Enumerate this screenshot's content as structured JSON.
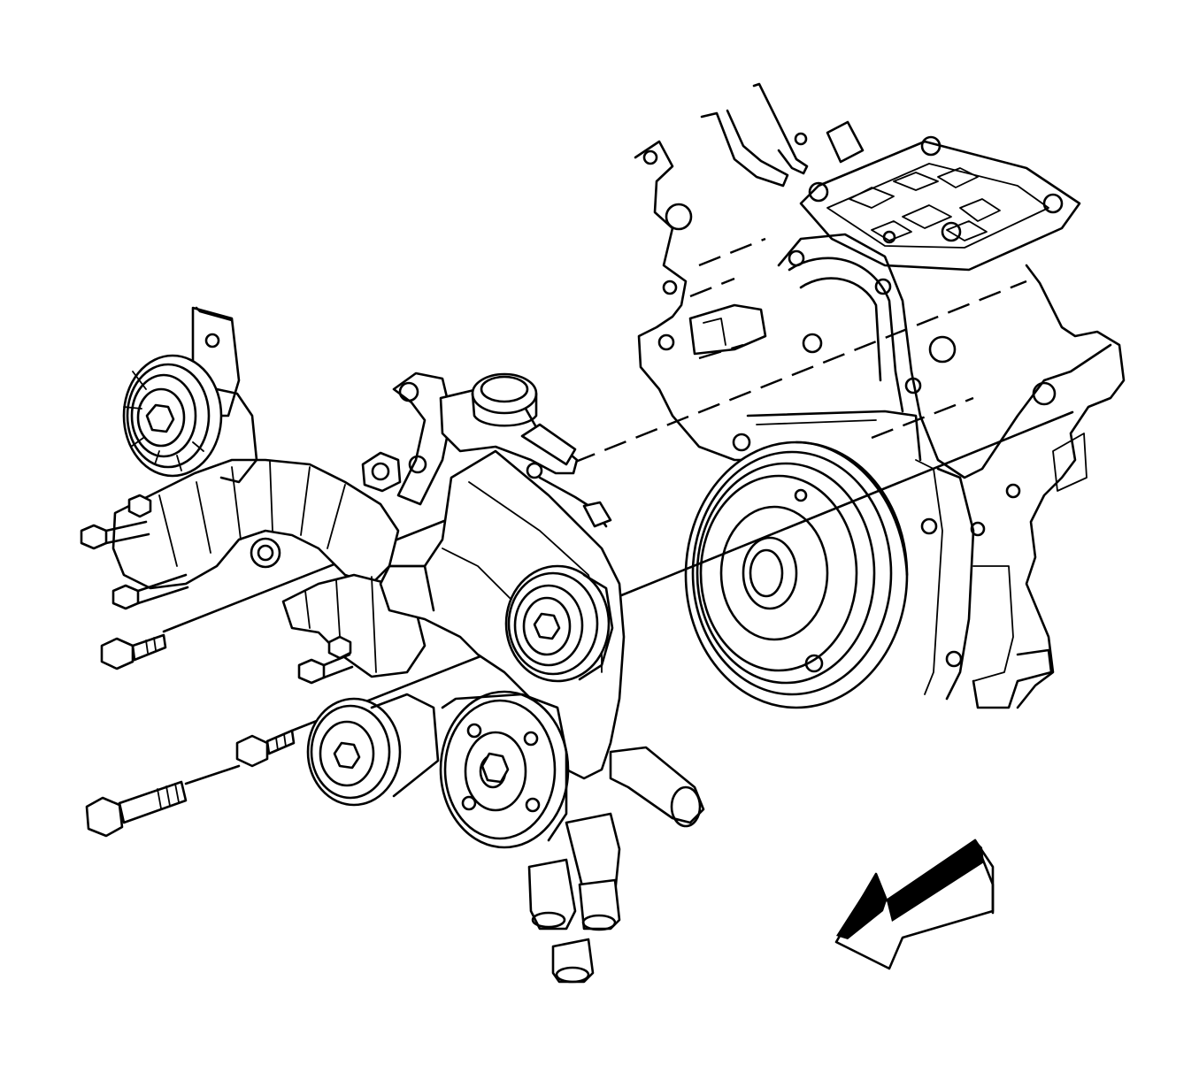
{
  "diagram": {
    "components": [
      {
        "name": "engine-block"
      },
      {
        "name": "crankshaft-balancer"
      },
      {
        "name": "front-cover"
      },
      {
        "name": "power-steering-pump-pulley"
      },
      {
        "name": "water-pump-pulley"
      },
      {
        "name": "idler-pulley"
      },
      {
        "name": "belt-tensioner"
      },
      {
        "name": "accessory-drive-bracket"
      },
      {
        "name": "water-outlet-housing"
      },
      {
        "name": "bracket-bolts"
      }
    ],
    "view_direction": "front-left",
    "colors": {
      "line": "#000000",
      "fill": "#ffffff"
    }
  }
}
